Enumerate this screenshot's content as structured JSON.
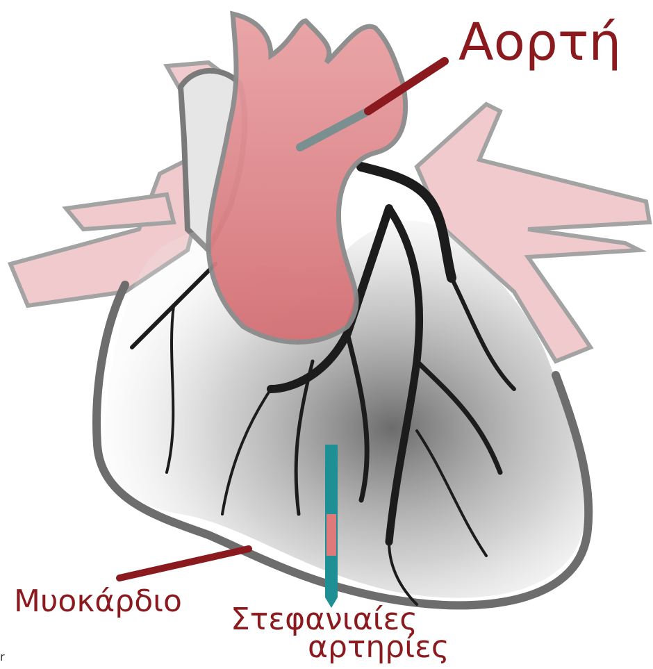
{
  "labels": {
    "aorta": "Αορτή",
    "myocardium": "Μυοκάρδιο",
    "coronary_line1": "Στεφανιαίες",
    "coronary_line2": "αρτηρίες",
    "corner_mark": "r"
  },
  "colors": {
    "label_text": "#8b1a1f",
    "aorta_fill": "#d9787c",
    "aorta_line": "#7a8f8f",
    "coronary_pointer": "#1f8f96",
    "coronary_pointer_tip": "#e07a7a",
    "myocardium_outline": "#6d6d6d",
    "vessel_dark": "#1c1c1c",
    "vessel_pink": "#efc5c7"
  }
}
